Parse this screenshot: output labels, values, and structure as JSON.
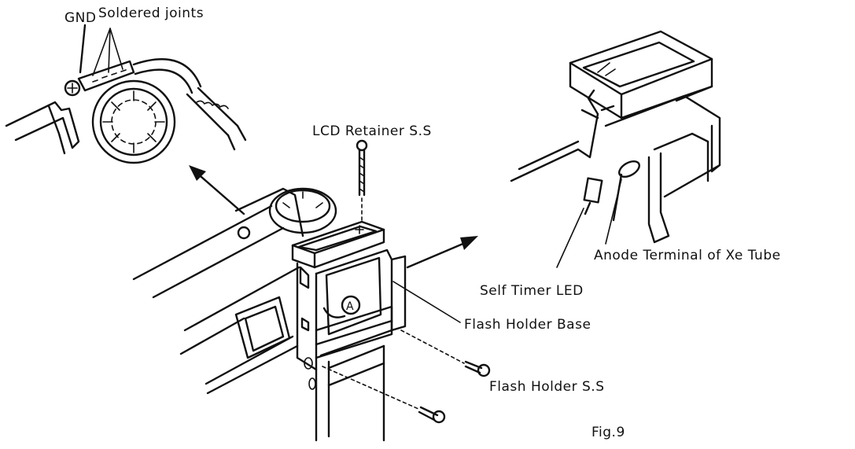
{
  "labels": {
    "gnd": "GND",
    "soldered_joints": "Soldered joints",
    "lcd_retainer": "LCD Retainer S.S",
    "anode_terminal": "Anode Terminal of Xe Tube",
    "self_timer_led": "Self Timer LED",
    "flash_holder_base": "Flash Holder Base",
    "flash_holder_ss": "Flash Holder S.S",
    "marker_a": "A",
    "figure": "Fig.9"
  }
}
